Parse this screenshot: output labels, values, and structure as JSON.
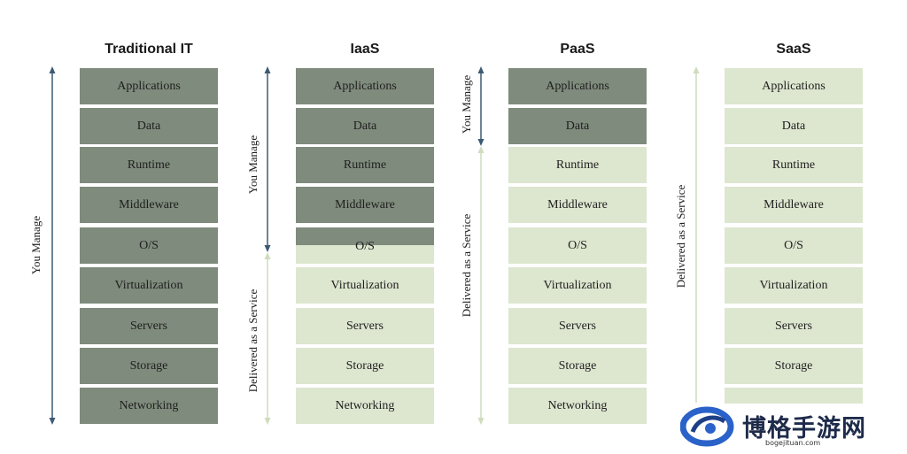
{
  "columns": [
    {
      "title": "Traditional IT",
      "layers": [
        "Applications",
        "Data",
        "Runtime",
        "Middleware",
        "O/S",
        "Virtualization",
        "Servers",
        "Storage",
        "Networking"
      ],
      "managed_through": "Networking",
      "you_manage_label": "You Manage",
      "delivered_label": ""
    },
    {
      "title": "IaaS",
      "layers": [
        "Applications",
        "Data",
        "Runtime",
        "Middleware",
        "O/S",
        "Virtualization",
        "Servers",
        "Storage",
        "Networking"
      ],
      "managed_through": "Middleware",
      "you_manage_label": "You Manage",
      "delivered_label": "Delivered as a Service"
    },
    {
      "title": "PaaS",
      "layers": [
        "Applications",
        "Data",
        "Runtime",
        "Middleware",
        "O/S",
        "Virtualization",
        "Servers",
        "Storage",
        "Networking"
      ],
      "managed_through": "Data",
      "you_manage_label": "You Manage",
      "delivered_label": "Delivered as a Service"
    },
    {
      "title": "SaaS",
      "layers": [
        "Applications",
        "Data",
        "Runtime",
        "Middleware",
        "O/S",
        "Virtualization",
        "Servers",
        "Storage",
        ""
      ],
      "managed_through": "",
      "you_manage_label": "",
      "delivered_label": "Delivered as a Service"
    }
  ],
  "colors": {
    "managed": "#7f8b7c",
    "service": "#dde6cf",
    "manage_arrow": "#3d5a73",
    "service_arrow": "#cfdcbd"
  },
  "watermark": {
    "text": "博格手游网",
    "url": "bogejituan.com",
    "logo_icon": "swirl-logo-icon"
  }
}
